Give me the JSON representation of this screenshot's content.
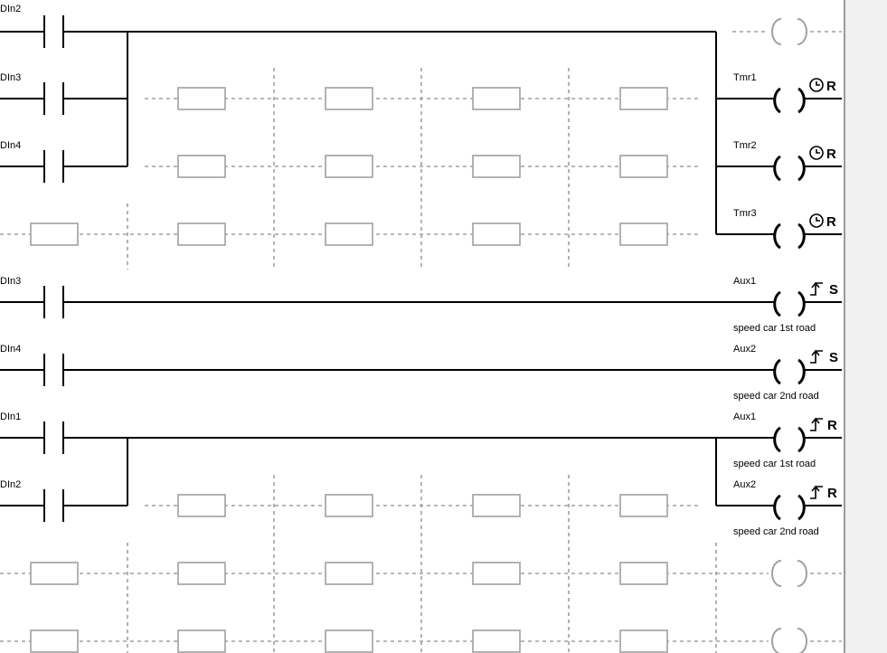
{
  "ladder": {
    "rungs": [
      {
        "contact": "DIn2",
        "coil": {
          "kind": "empty"
        }
      },
      {
        "contact": "DIn3",
        "coil": {
          "kind": "timer",
          "label": "Tmr1",
          "suffix": "R"
        }
      },
      {
        "contact": "DIn4",
        "coil": {
          "kind": "timer",
          "label": "Tmr2",
          "suffix": "R"
        }
      },
      {
        "contact": null,
        "coil": {
          "kind": "timer",
          "label": "Tmr3",
          "suffix": "R"
        }
      },
      {
        "contact": "DIn3",
        "coil": {
          "kind": "edge",
          "label": "Aux1",
          "suffix": "S",
          "comment": "speed car 1st road"
        }
      },
      {
        "contact": "DIn4",
        "coil": {
          "kind": "edge",
          "label": "Aux2",
          "suffix": "S",
          "comment": "speed car 2nd road"
        }
      },
      {
        "contact": "DIn1",
        "coil": {
          "kind": "edge",
          "label": "Aux1",
          "suffix": "R",
          "comment": "speed car 1st road"
        }
      },
      {
        "contact": "DIn2",
        "coil": {
          "kind": "edge",
          "label": "Aux2",
          "suffix": "R",
          "comment": "speed car 2nd road"
        }
      },
      {
        "contact": null,
        "coil": {
          "kind": "empty"
        }
      },
      {
        "contact": null,
        "coil": {
          "kind": "empty"
        }
      }
    ],
    "colors": {
      "wire": "#000000",
      "placeholder": "#a0a0a0",
      "panel": "#f0f0f0"
    }
  }
}
